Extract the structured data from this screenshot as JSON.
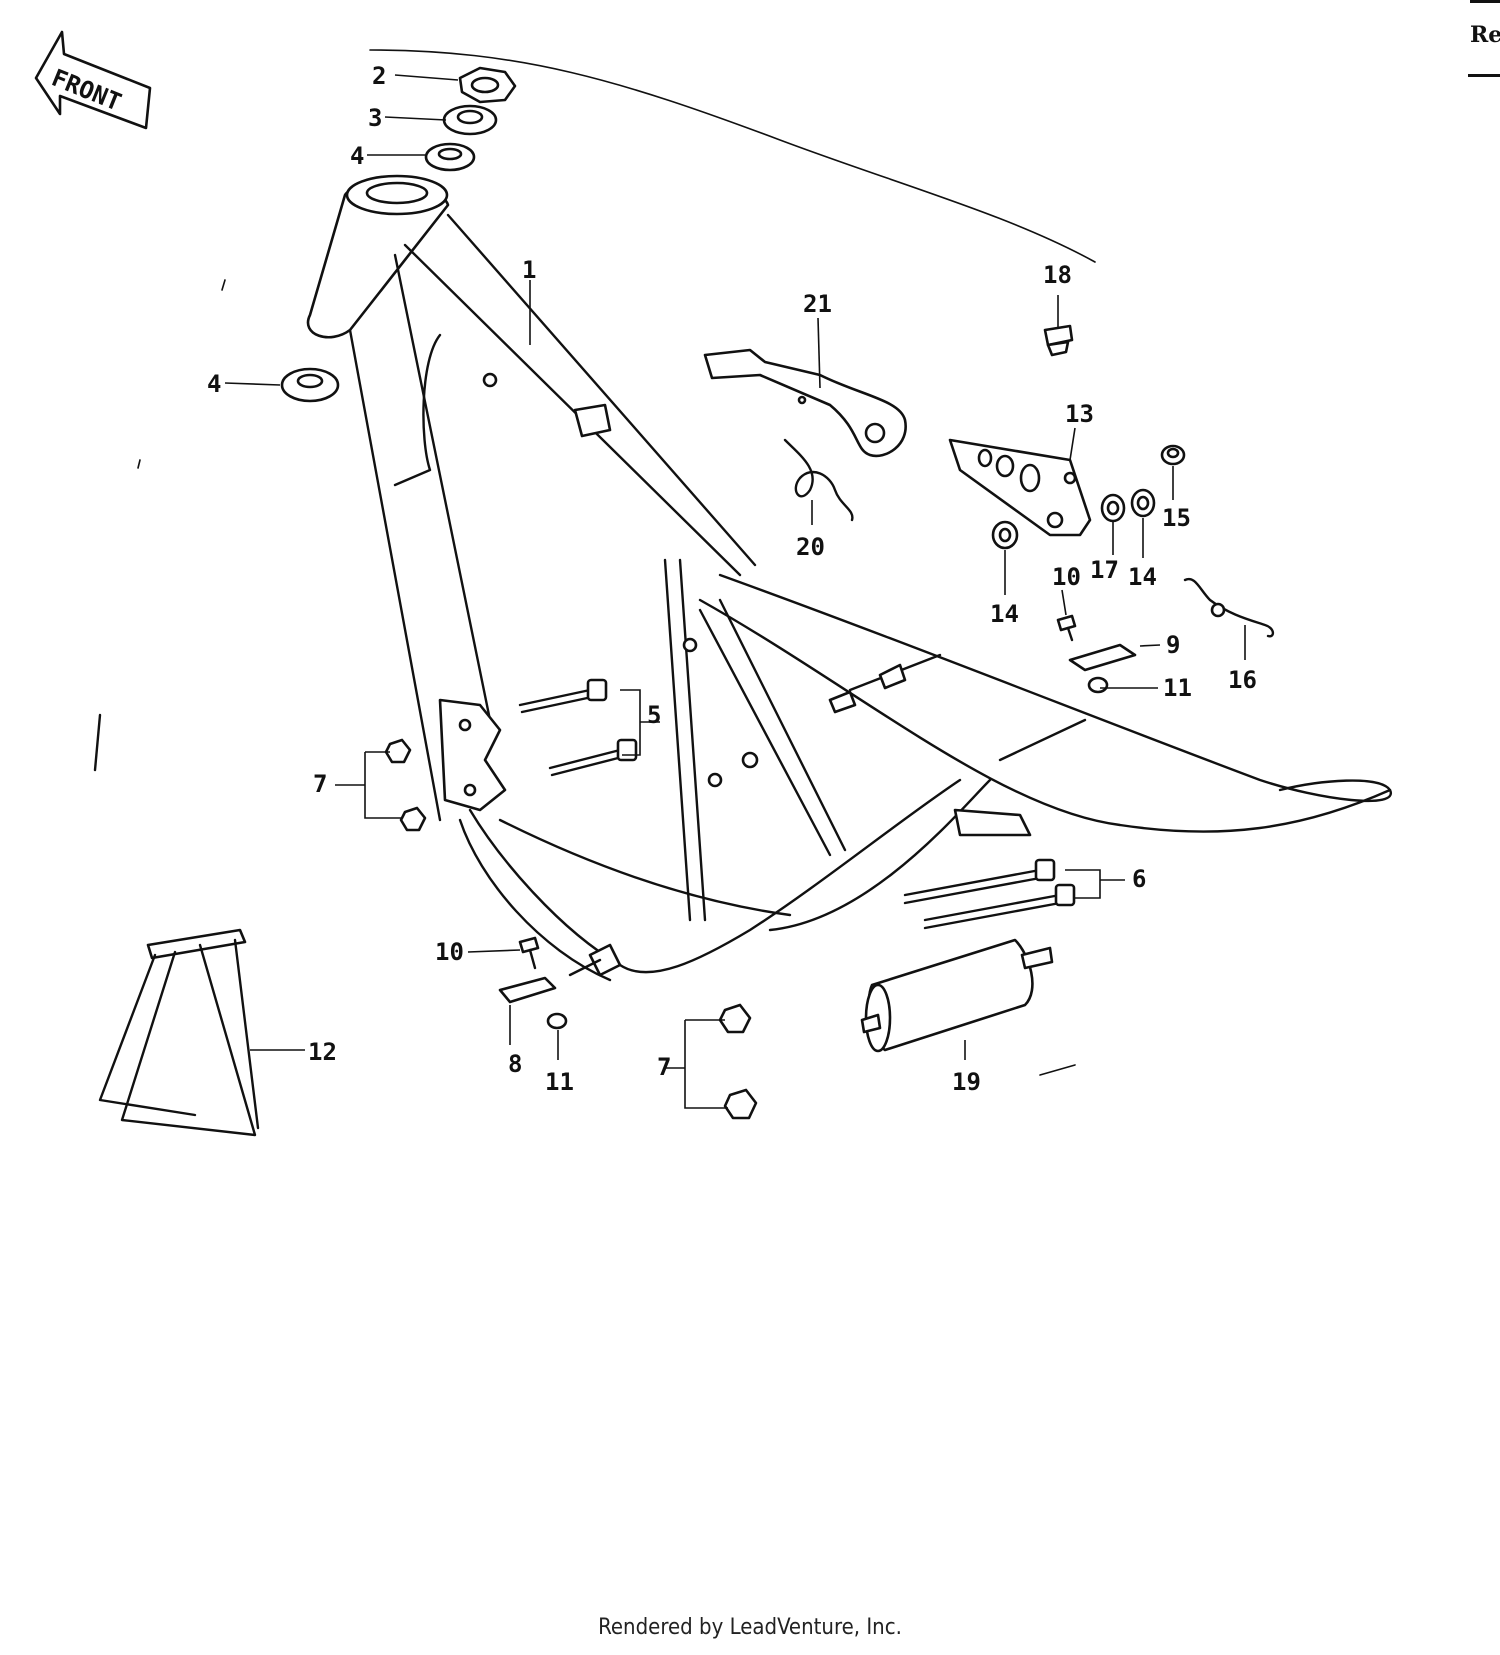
{
  "diagram": {
    "front_label": "FRONT",
    "callouts": [
      {
        "id": "c1",
        "text": "1"
      },
      {
        "id": "c2",
        "text": "2"
      },
      {
        "id": "c3",
        "text": "3"
      },
      {
        "id": "c4a",
        "text": "4"
      },
      {
        "id": "c4b",
        "text": "4"
      },
      {
        "id": "c5",
        "text": "5"
      },
      {
        "id": "c6",
        "text": "6"
      },
      {
        "id": "c7a",
        "text": "7"
      },
      {
        "id": "c7b",
        "text": "7"
      },
      {
        "id": "c8",
        "text": "8"
      },
      {
        "id": "c9",
        "text": "9"
      },
      {
        "id": "c10a",
        "text": "10"
      },
      {
        "id": "c10b",
        "text": "10"
      },
      {
        "id": "c11a",
        "text": "11"
      },
      {
        "id": "c11b",
        "text": "11"
      },
      {
        "id": "c12",
        "text": "12"
      },
      {
        "id": "c13",
        "text": "13"
      },
      {
        "id": "c14a",
        "text": "14"
      },
      {
        "id": "c14b",
        "text": "14"
      },
      {
        "id": "c15",
        "text": "15"
      },
      {
        "id": "c16",
        "text": "16"
      },
      {
        "id": "c17",
        "text": "17"
      },
      {
        "id": "c18",
        "text": "18"
      },
      {
        "id": "c19",
        "text": "19"
      },
      {
        "id": "c20",
        "text": "20"
      },
      {
        "id": "c21",
        "text": "21"
      }
    ]
  },
  "footer": {
    "text": "Rendered by LeadVenture, Inc."
  },
  "corner_tab": {
    "text": "Re"
  },
  "colors": {
    "ink": "#111111",
    "paper": "#ffffff"
  }
}
